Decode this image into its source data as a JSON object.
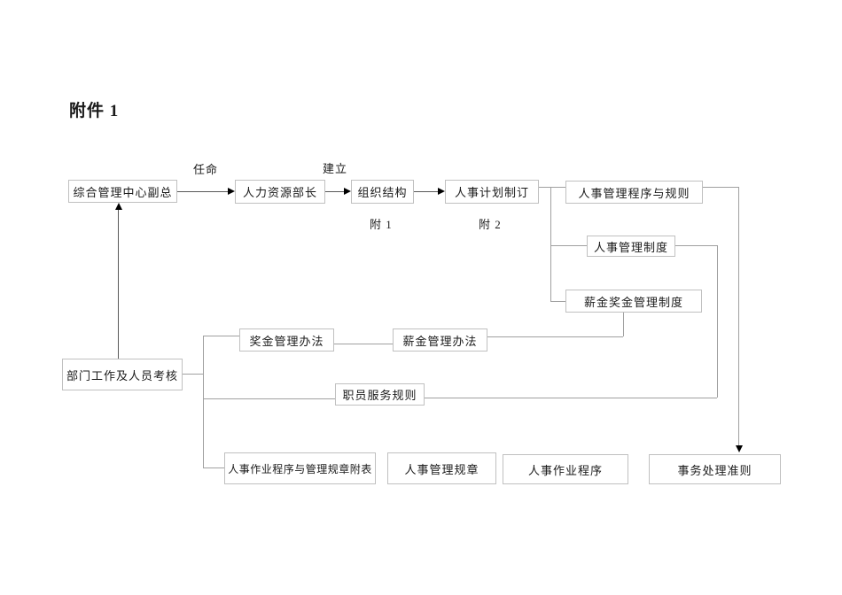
{
  "page": {
    "title": "附件 1"
  },
  "flowchart": {
    "nodes": [
      {
        "label": "综合管理中心副总"
      },
      {
        "label": "人力资源部长"
      },
      {
        "label": "组织结构"
      },
      {
        "label": "人事计划制订"
      },
      {
        "label": "人事管理程序与规则"
      },
      {
        "label": "人事管理制度"
      },
      {
        "label": "薪金奖金管理制度"
      },
      {
        "label": "奖金管理办法"
      },
      {
        "label": "薪金管理办法"
      },
      {
        "label": "职员服务规则"
      },
      {
        "label": "部门工作及人员考核"
      },
      {
        "label": "人事作业程序与管理规章附表"
      },
      {
        "label": "人事管理规章"
      },
      {
        "label": "人事作业程序"
      },
      {
        "label": "事务处理准则"
      }
    ],
    "edge_labels": [
      {
        "text": "任命"
      },
      {
        "text": "建立"
      },
      {
        "text": "附 1"
      },
      {
        "text": "附 2"
      }
    ],
    "colors": {
      "box_border": "#c0c0c0",
      "connector": "#a0a0a0",
      "arrow_line": "#595959",
      "arrowhead": "#000000"
    }
  }
}
